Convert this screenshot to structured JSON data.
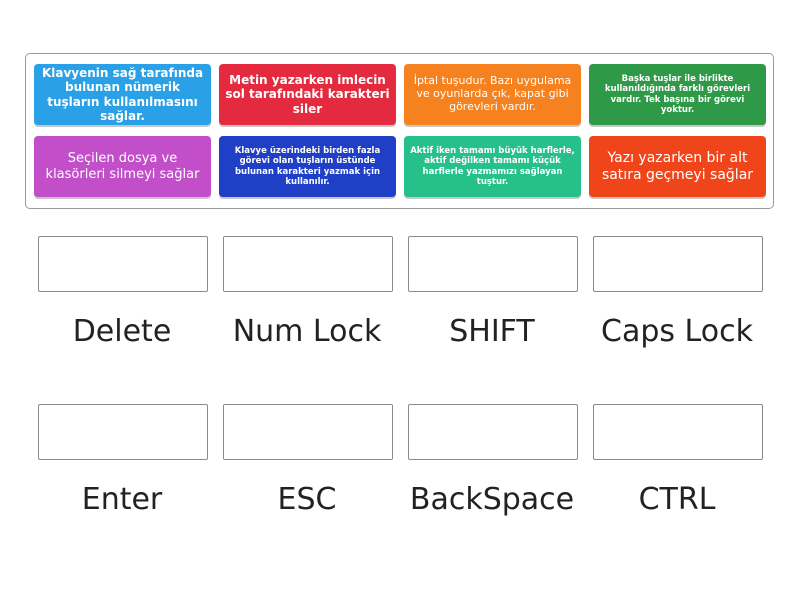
{
  "cards": [
    {
      "text": "Klavyenin sağ tarafında bulunan nümerik tuşların kullanılmasını sağlar.",
      "color": "#2aa0e6"
    },
    {
      "text": "Metin yazarken imlecin sol tarafındaki karakteri siler",
      "color": "#e42a3f"
    },
    {
      "text": "İptal tuşudur. Bazı uygulama ve oyunlarda çık, kapat gibi görevleri vardır.",
      "color": "#f5811f"
    },
    {
      "text": "Başka tuşlar ile birlikte kullanıldığında farklı görevleri vardır. Tek başına bir görevi yoktur.",
      "color": "#2e9947"
    },
    {
      "text": "Seçilen dosya ve klasörleri silmeyi sağlar",
      "color": "#c24fc9"
    },
    {
      "text": "Klavye üzerindeki birden fazla görevi olan tuşların üstünde bulunan karakteri yazmak için kullanılır.",
      "color": "#1f3fc7"
    },
    {
      "text": "Aktif iken tamamı büyük harflerle, aktif değilken tamamı küçük harflerle yazmamızı sağlayan tuştur.",
      "color": "#26c08a"
    },
    {
      "text": "Yazı yazarken bir alt satıra geçmeyi sağlar",
      "color": "#f0451b"
    }
  ],
  "targets": [
    {
      "label": "Delete"
    },
    {
      "label": "Num Lock"
    },
    {
      "label": "SHIFT"
    },
    {
      "label": "Caps Lock"
    },
    {
      "label": "Enter"
    },
    {
      "label": "ESC"
    },
    {
      "label": "BackSpace"
    },
    {
      "label": "CTRL"
    }
  ]
}
